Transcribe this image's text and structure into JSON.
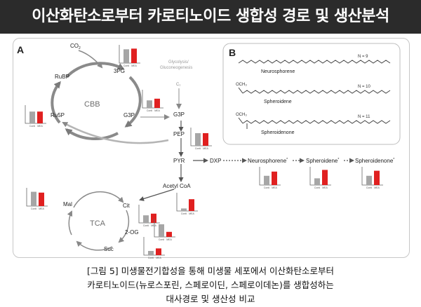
{
  "title": "이산화탄소로부터 카로티노이드 생합성 경로 및 생산분석",
  "panel_a": {
    "label": "A",
    "cycle_cbb": "CBB",
    "cycle_tca": "TCA",
    "glycolysis_line1": "Glycolysis/",
    "glycolysis_line2": "Gluconeogenesis",
    "metabolites": {
      "co2_text": "CO",
      "co2_sub": "2",
      "c1": "C₁",
      "threepg": "3PG",
      "rubp": "RuBP",
      "ru5p": "Ru5P",
      "g3p_cycle": "G3P",
      "g3p": "G3P",
      "pep": "PEP",
      "pyr": "PYR",
      "dxp": "DXP",
      "neurosphorene": "Neurosphorene",
      "spheroidene": "Spheroidene",
      "spheroidenone": "Spheroidenone",
      "acetyl_coa": "Acetyl CoA",
      "cit": "Cit",
      "two_og": "2-OG",
      "suc": "Suc",
      "mal": "Mal",
      "star": "*"
    },
    "bar_labels": {
      "ctrl": "Conti",
      "mea": "MEA"
    },
    "bar_colors": {
      "ctrl": "#a6a6a6",
      "mea": "#e02020"
    },
    "bar_charts": [
      {
        "id": "3pg",
        "ctrl": 0.82,
        "mea": 0.86
      },
      {
        "id": "ru5p",
        "ctrl": 0.7,
        "mea": 0.7
      },
      {
        "id": "g3p",
        "ctrl": 0.45,
        "mea": 0.55
      },
      {
        "id": "pep",
        "ctrl": 0.75,
        "mea": 0.75
      },
      {
        "id": "neurosphorene",
        "ctrl": 0.55,
        "mea": 0.8
      },
      {
        "id": "spheroidene",
        "ctrl": 0.4,
        "mea": 0.9
      },
      {
        "id": "spheroidenone",
        "ctrl": 0.55,
        "mea": 0.85
      },
      {
        "id": "mal",
        "ctrl": 0.85,
        "mea": 0.8
      },
      {
        "id": "acetylcoa",
        "ctrl": 0.15,
        "mea": 0.7
      },
      {
        "id": "cit",
        "ctrl": 0.45,
        "mea": 0.55
      },
      {
        "id": "suc",
        "ctrl": 0.25,
        "mea": 0.4
      },
      {
        "id": "2og",
        "ctrl": 0.75,
        "mea": 0.3
      }
    ]
  },
  "panel_b": {
    "label": "B",
    "structures": [
      {
        "name": "Neurosphorene",
        "n_label": "N = 9"
      },
      {
        "name": "Spheroidene",
        "n_label": "N = 10",
        "group": "OCH₃"
      },
      {
        "name": "Spheroidenone",
        "n_label": "N = 11",
        "group": "OCH₃"
      }
    ]
  },
  "caption": {
    "line1": "[그림 5] 미생물전기합성을 통해 미생물 세포에서 이산화탄소로부터",
    "line2": "카로티노이드(뉴로스포린, 스페로이딘, 스페로이데논)를 생합성하는",
    "line3": "대사경로 및 생산성 비교"
  }
}
